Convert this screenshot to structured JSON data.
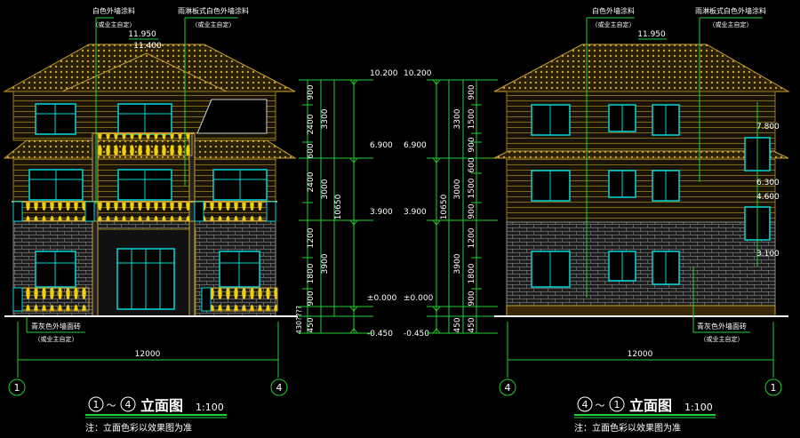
{
  "colors": {
    "background": "#000000",
    "wall": "#9a7b1c",
    "roof": "#c8a030",
    "window": "#00d8d8",
    "dim_line": "#1fd12f",
    "dim_text": "#ffffff",
    "brick": "#8c8c8c",
    "railing": "#f0d000",
    "leader": "#1fd12f",
    "cap_line": "#1fd12f"
  },
  "left_elevation": {
    "note_top_1": "白色外墙涂料",
    "note_top_1_sub": "（或业主自定）",
    "note_top_2": "雨淋板式白色外墙涂料",
    "note_top_2_sub": "（或业主自定）",
    "note_bottom": "青灰色外墙面砖",
    "note_bottom_sub": "（或业主自定）",
    "ridge_1": "11.950",
    "ridge_2": "11.400",
    "width": "12000",
    "axis_left": "1",
    "axis_right": "4",
    "title_from": "1",
    "title_tilde": "～",
    "title_to": "4",
    "title": "立面图",
    "scale": "1:100",
    "note": "注：立面色彩以效果图为准"
  },
  "right_elevation": {
    "note_top_1": "白色外墙涂料",
    "note_top_1_sub": "（或业主自定）",
    "note_top_2": "雨淋板式白色外墙涂料",
    "note_top_2_sub": "（或业主自定）",
    "note_bottom": "青灰色外墙面砖",
    "note_bottom_sub": "（或业主自定）",
    "ridge": "11.950",
    "lvl_a": "7.800",
    "lvl_b": "6.300",
    "lvl_c": "4.600",
    "lvl_d": "3.100",
    "width": "12000",
    "axis_left": "4",
    "axis_right": "1",
    "title_from": "4",
    "title_tilde": "～",
    "title_to": "1",
    "title": "立面图",
    "scale": "1:100",
    "note": "注：立面色彩以效果图为准"
  },
  "levels": {
    "l1": "10.200",
    "l2": "6.900",
    "l3": "3.900",
    "l4": "±0.000",
    "l5": "-0.450"
  },
  "dims_left": {
    "fine": [
      "900",
      "2400",
      "600",
      "2400",
      "1200",
      "1800",
      "900",
      "450"
    ],
    "mid": [
      "3300",
      "3000",
      "3900"
    ],
    "total": "10650",
    "extra": "430????"
  },
  "dims_right": {
    "fine": [
      "900",
      "1500",
      "900",
      "600",
      "1500",
      "900",
      "1200",
      "1800",
      "900",
      "450"
    ],
    "mid": [
      "3300",
      "3000",
      "3900"
    ],
    "total": "10650"
  }
}
